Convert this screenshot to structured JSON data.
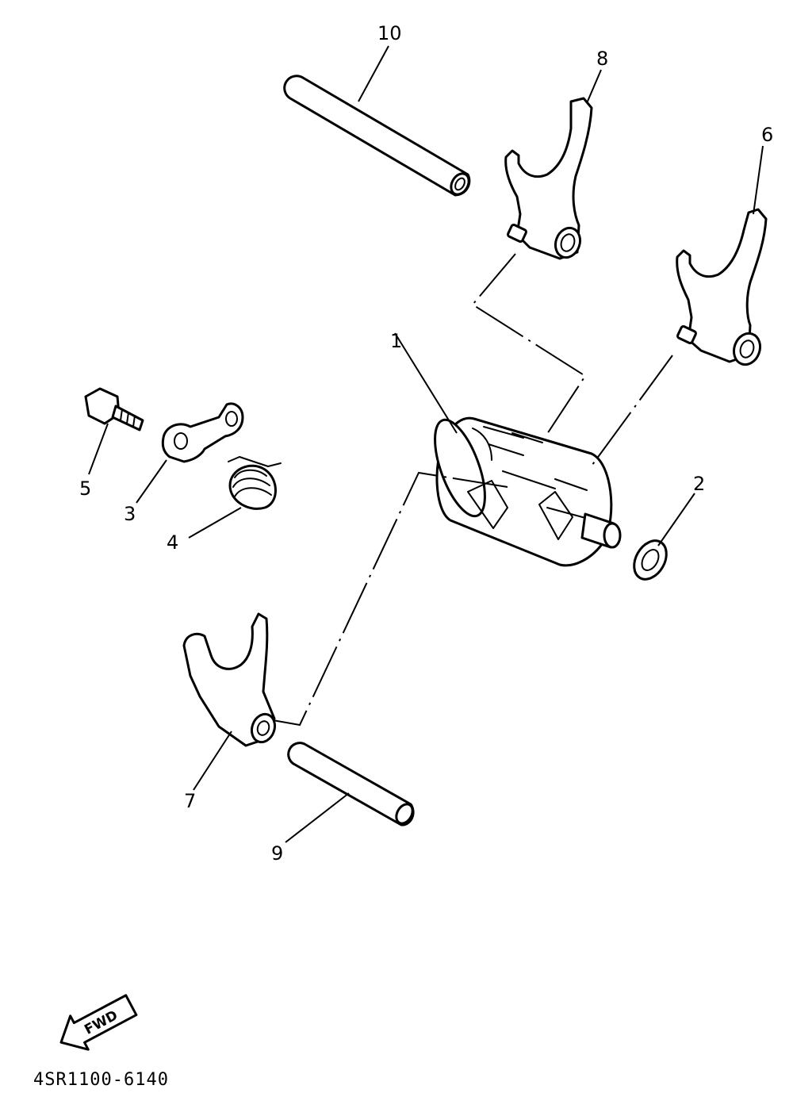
{
  "diagram_code": "4SR1100-6140",
  "fwd_label": "FWD",
  "callouts": [
    {
      "key": "p1",
      "label": "1"
    },
    {
      "key": "p2",
      "label": "2"
    },
    {
      "key": "p3",
      "label": "3"
    },
    {
      "key": "p4",
      "label": "4"
    },
    {
      "key": "p5",
      "label": "5"
    },
    {
      "key": "p6",
      "label": "6"
    },
    {
      "key": "p7",
      "label": "7"
    },
    {
      "key": "p8",
      "label": "8"
    },
    {
      "key": "p9",
      "label": "9"
    },
    {
      "key": "p10",
      "label": "10"
    }
  ]
}
